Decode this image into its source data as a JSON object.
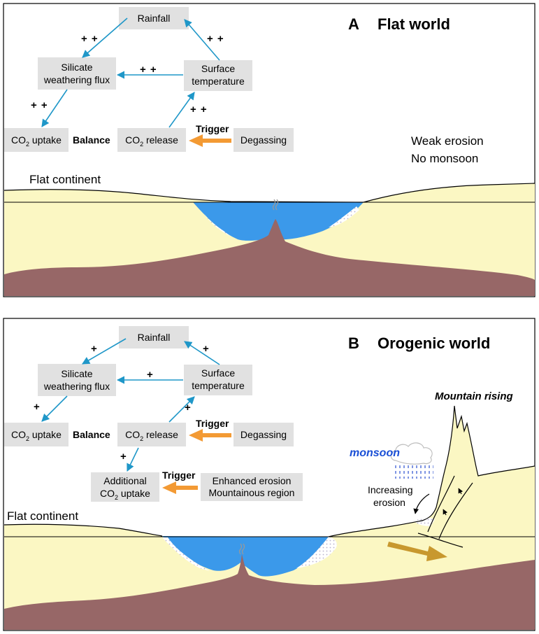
{
  "colors": {
    "arrow_blue": "#1f97c8",
    "trigger_orange": "#f39a34",
    "sediment_yellow": "#fbf7c3",
    "mantle_brown": "#976767",
    "ocean_blue": "#3b99ea",
    "box_gray": "#e1e1e1",
    "monsoon_blue": "#1a4fd6",
    "flow_arrow": "#c8982e"
  },
  "panelA": {
    "letter": "A",
    "title": "Flat world",
    "rainfall": "Rainfall",
    "silicate1": "Silicate",
    "silicate2": "weathering flux",
    "surface1": "Surface",
    "surface2": "temperature",
    "co2_uptake": "CO",
    "co2_uptake_sub": "2",
    "co2_uptake_rest": " uptake",
    "balance": "Balance",
    "co2_release": "CO",
    "co2_release_sub": "2",
    "co2_release_rest": " release",
    "trigger": "Trigger",
    "degassing": "Degassing",
    "pp1": "+ +",
    "pp2": "+ +",
    "pp3": "+ +",
    "pp4": "+ +",
    "pp5": "+ +",
    "weak_erosion": "Weak erosion",
    "no_monsoon": "No monsoon",
    "flat_continent": "Flat continent"
  },
  "panelB": {
    "letter": "B",
    "title": "Orogenic world",
    "rainfall": "Rainfall",
    "silicate1": "Silicate",
    "silicate2": "weathering flux",
    "surface1": "Surface",
    "surface2": "temperature",
    "co2_uptake": "CO",
    "co2_uptake_sub": "2",
    "co2_uptake_rest": " uptake",
    "balance": "Balance",
    "co2_release": "CO",
    "co2_release_sub": "2",
    "co2_release_rest": " release",
    "trigger1": "Trigger",
    "degassing": "Degassing",
    "add1": "Additional",
    "add2": "CO",
    "add2_sub": "2",
    "add2_rest": " uptake",
    "trigger2": "Trigger",
    "enh1": "Enhanced erosion",
    "enh2": "Mountainous region",
    "p1": "+",
    "p2": "+",
    "p3": "+",
    "p4": "+",
    "p5": "+",
    "p6": "+",
    "mountain_rising": "Mountain rising",
    "monsoon": "monsoon",
    "increasing1": "Increasing",
    "increasing2": "erosion",
    "flat_continent": "Flat continent"
  }
}
